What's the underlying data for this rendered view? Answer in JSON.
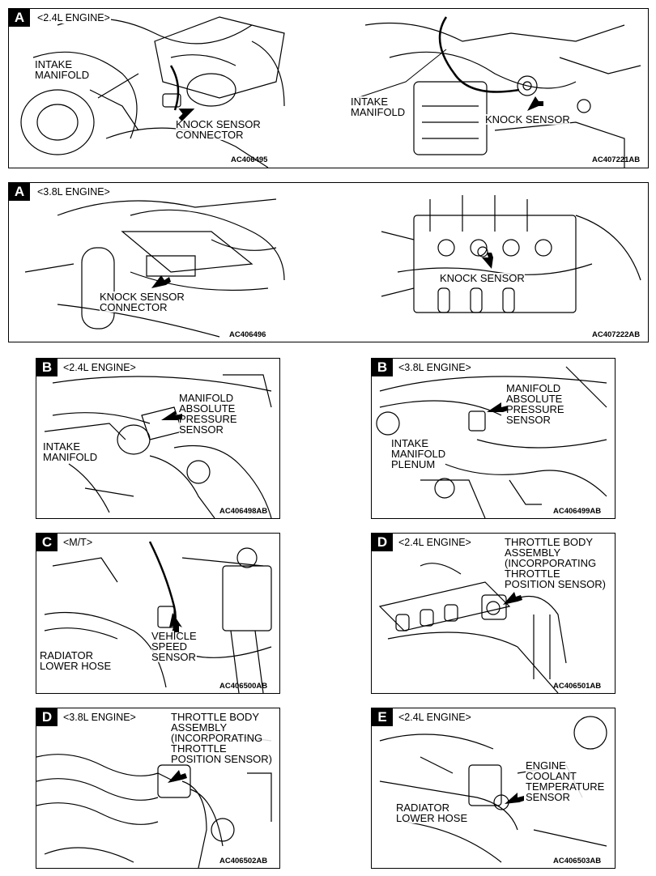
{
  "panels": {
    "a24": {
      "letter": "A",
      "engine": "<2.4L ENGINE>",
      "left": {
        "labels": [
          "INTAKE\nMANIFOLD",
          "KNOCK SENSOR\nCONNECTOR"
        ],
        "code": "AC406495"
      },
      "right": {
        "labels": [
          "INTAKE\nMANIFOLD",
          "KNOCK SENSOR"
        ],
        "code": "AC407221AB"
      }
    },
    "a38": {
      "letter": "A",
      "engine": "<3.8L ENGINE>",
      "left": {
        "labels": [
          "KNOCK SENSOR\nCONNECTOR"
        ],
        "code": "AC406496"
      },
      "right": {
        "labels": [
          "KNOCK SENSOR"
        ],
        "code": "AC407222AB"
      }
    },
    "b24": {
      "letter": "B",
      "engine": "<2.4L ENGINE>",
      "labels": [
        "MANIFOLD\nABSOLUTE\nPRESSURE\nSENSOR",
        "INTAKE\nMANIFOLD"
      ],
      "code": "AC406498AB"
    },
    "b38": {
      "letter": "B",
      "engine": "<3.8L ENGINE>",
      "labels": [
        "MANIFOLD\nABSOLUTE\nPRESSURE\nSENSOR",
        "INTAKE\nMANIFOLD\nPLENUM"
      ],
      "code": "AC406499AB"
    },
    "c": {
      "letter": "C",
      "engine": "<M/T>",
      "labels": [
        "VEHICLE\nSPEED\nSENSOR",
        "RADIATOR\nLOWER HOSE"
      ],
      "code": "AC406500AB"
    },
    "d24": {
      "letter": "D",
      "engine": "<2.4L ENGINE>",
      "labels": [
        "THROTTLE BODY\nASSEMBLY\n(INCORPORATING\nTHROTTLE\nPOSITION SENSOR)"
      ],
      "code": "AC406501AB"
    },
    "d38": {
      "letter": "D",
      "engine": "<3.8L ENGINE>",
      "labels": [
        "THROTTLE BODY\nASSEMBLY\n(INCORPORATING\nTHROTTLE\nPOSITION SENSOR)"
      ],
      "code": "AC406502AB"
    },
    "e": {
      "letter": "E",
      "engine": "<2.4L ENGINE>",
      "labels": [
        "ENGINE\nCOOLANT\nTEMPERATURE\nSENSOR",
        "RADIATOR\nLOWER HOSE"
      ],
      "code": "AC406503AB"
    }
  }
}
